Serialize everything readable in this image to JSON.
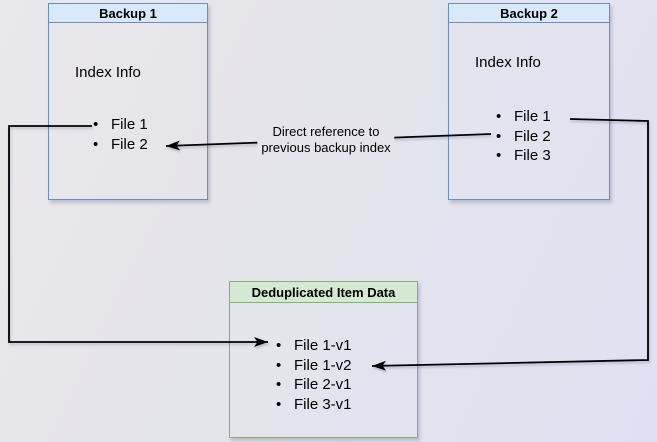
{
  "backup1": {
    "title": "Backup 1",
    "subtitle": "Index Info",
    "items": [
      "File 1",
      "File 2"
    ]
  },
  "backup2": {
    "title": "Backup 2",
    "subtitle": "Index Info",
    "items": [
      "File 1",
      "File 2",
      "File 3"
    ]
  },
  "dedup": {
    "title": "Deduplicated Item Data",
    "items": [
      "File 1-v1",
      "File 1-v2",
      "File 2-v1",
      "File 3-v1"
    ]
  },
  "annotation": {
    "line1": "Direct reference to",
    "line2": "previous backup index"
  },
  "bullet": "•",
  "colors": {
    "backup_fill": "#dae8fc",
    "backup_border": "#6c8ebf",
    "dedup_fill": "#d5e8d4",
    "dedup_border": "#82b366",
    "connector": "#000000"
  }
}
